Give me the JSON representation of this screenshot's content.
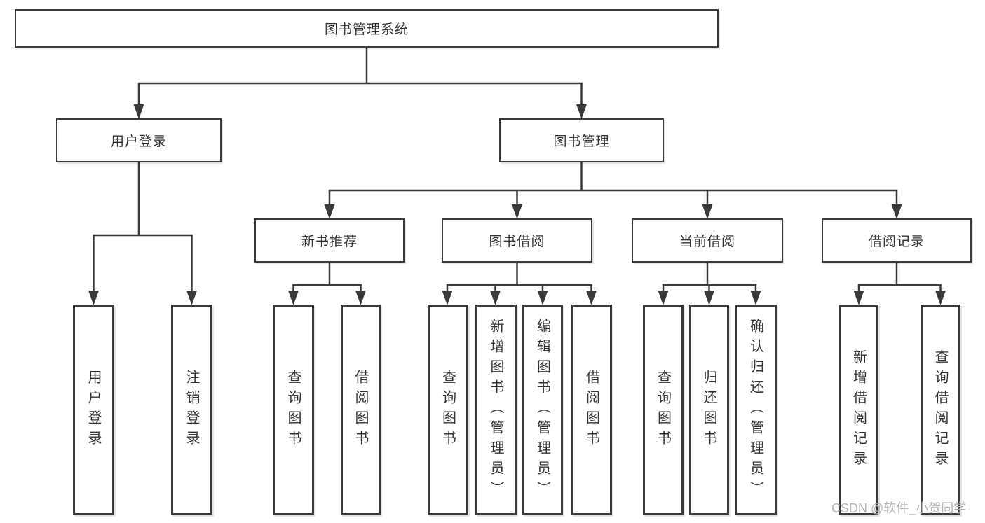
{
  "colors": {
    "line": "#3a3a3a",
    "text": "#333333",
    "watermark": "#b5b5b5",
    "background": "#ffffff"
  },
  "diagram": {
    "type": "hierarchy-tree",
    "root": "图书管理系统",
    "branches": [
      {
        "label": "用户登录",
        "children": [
          "用户登录",
          "注销登录"
        ]
      },
      {
        "label": "图书管理",
        "children": [
          {
            "label": "新书推荐",
            "children": [
              "查询图书",
              "借阅图书"
            ]
          },
          {
            "label": "图书借阅",
            "children": [
              "查询图书",
              "新增图书（管理员）",
              "编辑图书（管理员）",
              "借阅图书"
            ]
          },
          {
            "label": "当前借阅",
            "children": [
              "查询图书",
              "归还图书",
              "确认归还（管理员）"
            ]
          },
          {
            "label": "借阅记录",
            "children": [
              "新增借阅记录",
              "查询借阅记录"
            ]
          }
        ]
      }
    ]
  },
  "watermark": "CSDN @软件_小贺同学"
}
